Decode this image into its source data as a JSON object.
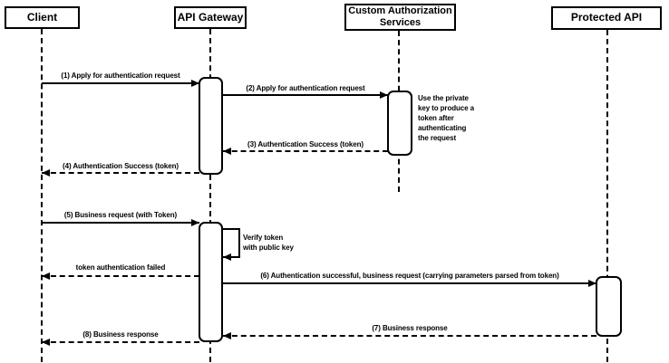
{
  "diagram": {
    "type": "sequence-diagram",
    "colors": {
      "line": "#000000",
      "background": "#ffffff",
      "box_fill": "#ffffff"
    },
    "actors": [
      {
        "id": "client",
        "label": "Client"
      },
      {
        "id": "api-gateway",
        "label": "API Gateway"
      },
      {
        "id": "custom-authorization-services",
        "label": "Custom Authorization\nServices"
      },
      {
        "id": "protected-api",
        "label": "Protected API"
      }
    ],
    "messages": [
      {
        "label": "(1) Apply for authentication request",
        "from": "Client",
        "to": "API Gateway",
        "style": "solid"
      },
      {
        "label": "(2) Apply for authentication request",
        "from": "API Gateway",
        "to": "Custom Authorization Services",
        "style": "solid"
      },
      {
        "label": "(3) Authentication Success (token)",
        "from": "Custom Authorization Services",
        "to": "API Gateway",
        "style": "dashed"
      },
      {
        "label": "(4) Authentication Success (token)",
        "from": "API Gateway",
        "to": "Client",
        "style": "dashed"
      },
      {
        "label": "(5) Business request (with Token)",
        "from": "Client",
        "to": "API Gateway",
        "style": "solid"
      },
      {
        "label": "Verify token\nwith public key",
        "from": "API Gateway",
        "to": "API Gateway",
        "style": "self"
      },
      {
        "label": "token authentication failed",
        "from": "API Gateway",
        "to": "Client",
        "style": "dashed"
      },
      {
        "label": "(6) Authentication successful, business request (carrying parameters parsed from token)",
        "from": "API Gateway",
        "to": "Protected API",
        "style": "solid"
      },
      {
        "label": "(7) Business response",
        "from": "Protected API",
        "to": "API Gateway",
        "style": "dashed"
      },
      {
        "label": "(8) Business response",
        "from": "API Gateway",
        "to": "Client",
        "style": "dashed"
      }
    ],
    "notes": [
      {
        "text": "Use the private\nkey to produce a\ntoken after\nauthenticating\nthe request",
        "attached_to": "Custom Authorization Services"
      }
    ]
  }
}
